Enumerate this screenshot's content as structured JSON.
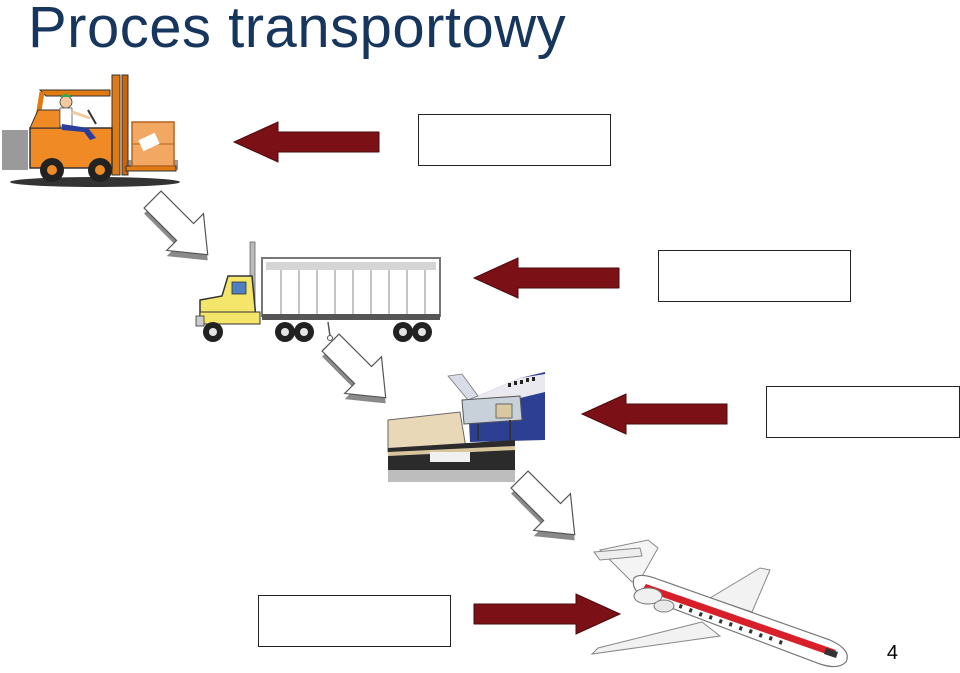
{
  "slide": {
    "title": "Proces transportowy",
    "page_number": "4"
  },
  "stages": [
    {
      "name": "forklift",
      "icon": "forklift-icon",
      "label": ""
    },
    {
      "name": "truck",
      "icon": "truck-icon",
      "label": ""
    },
    {
      "name": "cargo-loading",
      "icon": "cargo-loading-icon",
      "label": ""
    },
    {
      "name": "airplane",
      "icon": "airplane-icon",
      "label": ""
    }
  ],
  "colors": {
    "title": "#17365d",
    "arrow_red": "#7b1116",
    "flow_arrow_fill": "#ffffff",
    "flow_arrow_shadow": "#8a8a8a",
    "forklift_body": "#f08a24",
    "truck_cab": "#f3e66a",
    "plane_stripe": "#d8202a"
  }
}
